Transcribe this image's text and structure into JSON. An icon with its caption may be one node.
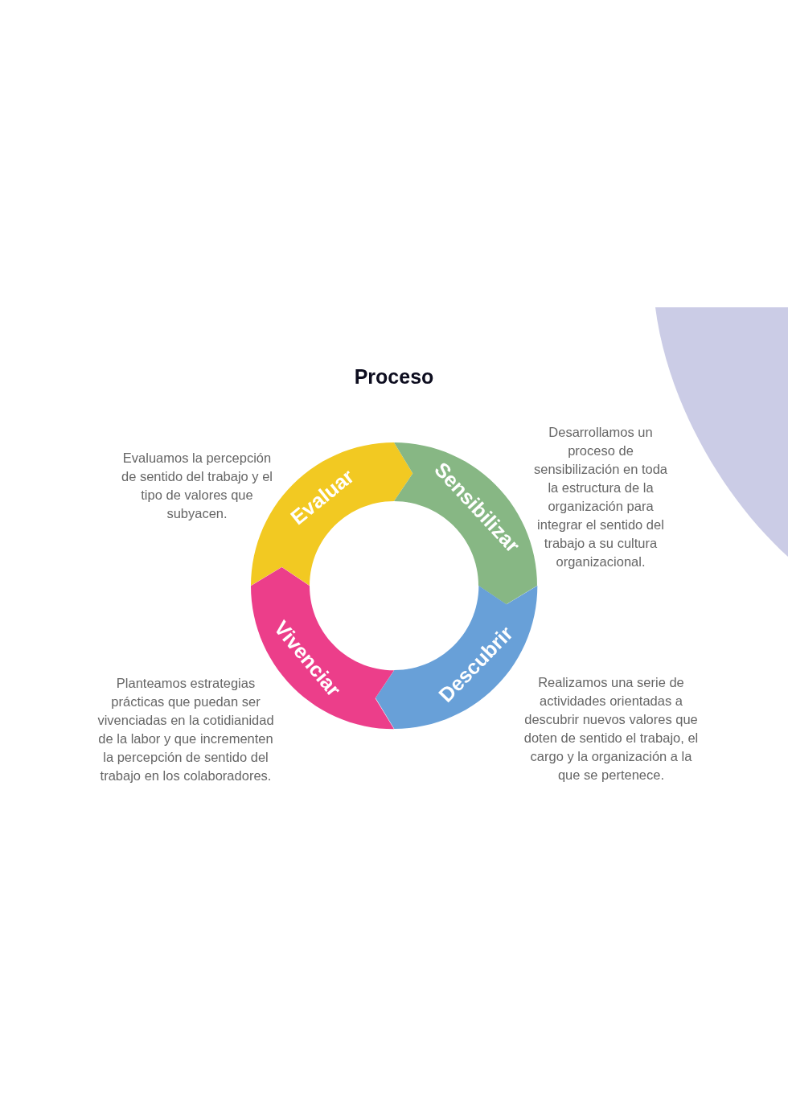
{
  "diagram": {
    "title": "Proceso",
    "nodes": [
      {
        "text": [
          "Evaluar"
        ],
        "beside": [
          "Evaluamos la percepción de sentido del trabajo y el tipo de valores que subyacen."
        ]
      },
      {
        "text": [
          "Sensibilizar"
        ],
        "beside": [
          "Desarrollamos un proceso de sensibilización en toda la estructura de la organización para integrar el sentido del trabajo a su cultura organizacional."
        ]
      },
      {
        "text": [
          "Descubrir"
        ],
        "beside": [
          "Realizamos una serie de actividades orientadas a descubrir nuevos valores que doten de sentido el trabajo, el cargo y la organización a la que se pertenece."
        ]
      },
      {
        "text": [
          "Vivenciar"
        ],
        "beside": [
          "Planteamos estrategias prácticas que puedan ser vivenciadas en la cotidianidad de la labor y que incrementen la percepción de sentido del trabajo en los colaboradores."
        ]
      }
    ]
  }
}
